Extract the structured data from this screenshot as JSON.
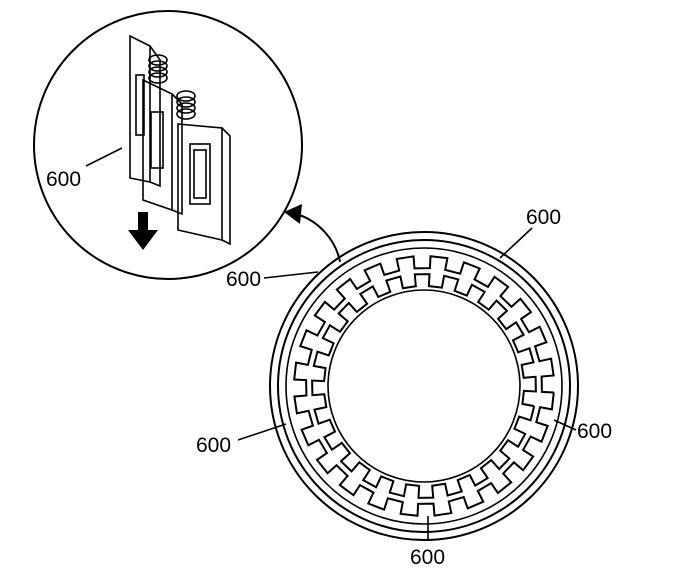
{
  "figure": {
    "labels": {
      "inset": "600",
      "top_right": "600",
      "top_left": "600",
      "right": "600",
      "left": "600",
      "bottom": "600"
    },
    "outer_gear_teeth": 24,
    "inner_gear_teeth": 24,
    "icons": [
      "down-arrow-icon",
      "curved-arrow-icon"
    ]
  }
}
